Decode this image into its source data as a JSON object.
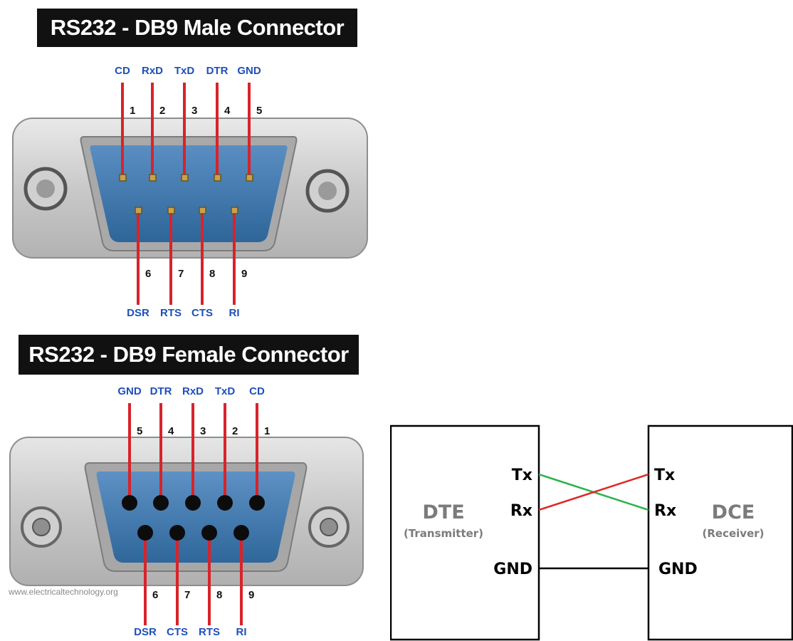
{
  "male": {
    "title": "RS232 - DB9 Male Connector",
    "top_row": [
      {
        "signal": "CD",
        "pin": "1"
      },
      {
        "signal": "RxD",
        "pin": "2"
      },
      {
        "signal": "TxD",
        "pin": "3"
      },
      {
        "signal": "DTR",
        "pin": "4"
      },
      {
        "signal": "GND",
        "pin": "5"
      }
    ],
    "bottom_row": [
      {
        "signal": "DSR",
        "pin": "6"
      },
      {
        "signal": "RTS",
        "pin": "7"
      },
      {
        "signal": "CTS",
        "pin": "8"
      },
      {
        "signal": "RI",
        "pin": "9"
      }
    ]
  },
  "female": {
    "title": "RS232 - DB9 Female Connector",
    "top_row": [
      {
        "signal": "GND",
        "pin": "5"
      },
      {
        "signal": "DTR",
        "pin": "4"
      },
      {
        "signal": "RxD",
        "pin": "3"
      },
      {
        "signal": "TxD",
        "pin": "2"
      },
      {
        "signal": "CD",
        "pin": "1"
      }
    ],
    "bottom_row": [
      {
        "signal": "DSR",
        "pin": "6"
      },
      {
        "signal": "CTS",
        "pin": "7"
      },
      {
        "signal": "RTS",
        "pin": "8"
      },
      {
        "signal": "RI",
        "pin": "9"
      }
    ]
  },
  "watermark": "www.electricaltechnology.org",
  "wiring": {
    "dte": {
      "name": "DTE",
      "role": "(Transmitter)"
    },
    "dce": {
      "name": "DCE",
      "role": "(Receiver)"
    },
    "tx_label": "Tx",
    "rx_label": "Rx",
    "gnd_label": "GND",
    "colors": {
      "tx_to_rx": "#2db34a",
      "rx_from_tx": "#e02828",
      "ground": "#000000"
    }
  }
}
